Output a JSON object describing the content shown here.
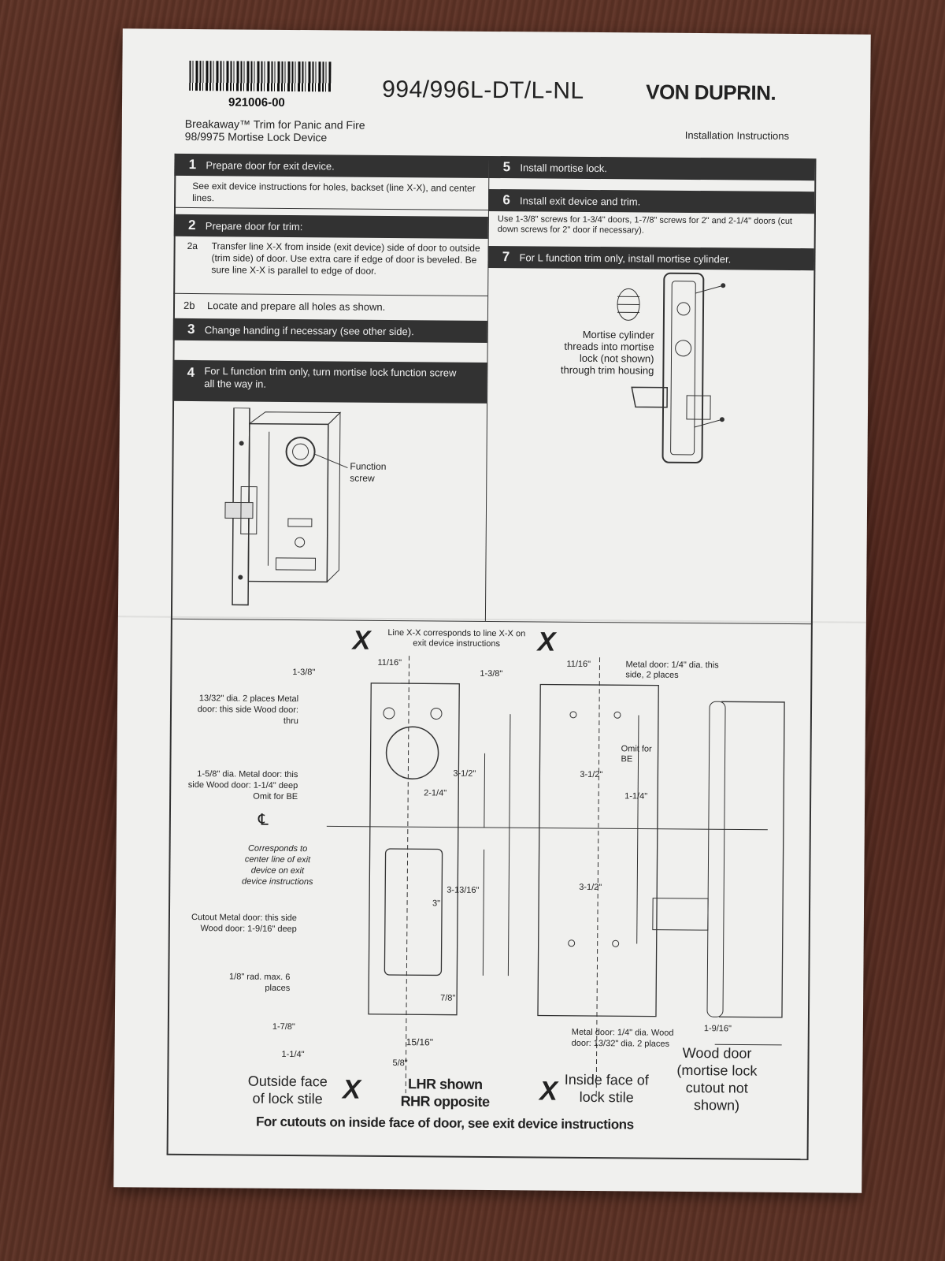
{
  "header": {
    "part_number": "921006-00",
    "model": "994/996L-DT/L-NL",
    "brand": "VON DUPRIN.",
    "subtitle_line1": "Breakaway™ Trim for Panic and Fire",
    "subtitle_line2": "98/9975 Mortise Lock Device",
    "doc_type": "Installation Instructions"
  },
  "steps": {
    "s1": {
      "num": "1",
      "title": "Prepare door for exit device.",
      "body": "See exit device instructions for holes, backset (line X-X), and center lines."
    },
    "s2": {
      "num": "2",
      "title": "Prepare door for trim:",
      "a_num": "2a",
      "a_text": "Transfer line X-X from inside (exit device) side of door to outside (trim side) of door. Use extra care if edge of door is beveled. Be sure line X-X is parallel to edge of door.",
      "b_num": "2b",
      "b_text": "Locate and prepare all holes as shown."
    },
    "s3": {
      "num": "3",
      "title": "Change handing if necessary (see other side)."
    },
    "s4": {
      "num": "4",
      "title": "For L function trim only, turn mortise lock function screw all the way in."
    },
    "s5": {
      "num": "5",
      "title": "Install mortise lock."
    },
    "s6": {
      "num": "6",
      "title": "Install exit device and trim.",
      "body": "Use 1-3/8\" screws for 1-3/4\" doors, 1-7/8\" screws for 2\" and 2-1/4\" doors (cut down screws for 2\" door if necessary)."
    },
    "s7": {
      "num": "7",
      "title": "For L function trim only, install mortise cylinder."
    }
  },
  "figure_labels": {
    "function_screw": "Function screw",
    "mortise_cylinder": "Mortise cylinder threads into mortise lock (not shown) through trim housing"
  },
  "template": {
    "x_mark": "X",
    "line_xx_note": "Line X-X corresponds to line X-X on exit device instructions",
    "d_1_3_8": "1-3/8\"",
    "d_11_16": "11/16\"",
    "hole_13_32": "13/32\" dia. 2 places Metal door: this side Wood door: thru",
    "hole_1_5_8": "1-5/8\" dia. Metal door: this side Wood door: 1-1/4\" deep Omit for BE",
    "centerline_symbol": "℄",
    "centerline_note": "Corresponds to center line of exit device on exit device instructions",
    "cutout_note": "Cutout Metal door: this side Wood door: 1-9/16\" deep",
    "radius_note": "1/8\" rad. max. 6 places",
    "d_3_1_2": "3-1/2\"",
    "d_2_1_4": "2-1/4\"",
    "d_3_13_16": "3-13/16\"",
    "d_3": "3\"",
    "d_7_8": "7/8\"",
    "d_1_7_8": "1-7/8\"",
    "d_15_16": "15/16\"",
    "d_1_1_4": "1-1/4\"",
    "d_5_8": "5/8\"",
    "d_1_1_4_side": "1-1/4\"",
    "d_1_9_16": "1-9/16\"",
    "metal_quarter_top": "Metal door: 1/4\" dia. this side, 2 places",
    "metal_quarter_bottom": "Metal door: 1/4\" dia. Wood door: 13/32\" dia. 2 places",
    "omit_be": "Omit for BE",
    "outside_face": "Outside face of lock stile",
    "lhr": "LHR shown RHR opposite",
    "inside_face": "Inside face of lock stile",
    "wood_door": "Wood door (mortise lock cutout not shown)",
    "footer_note": "For cutouts on inside face of door, see exit device instructions"
  }
}
